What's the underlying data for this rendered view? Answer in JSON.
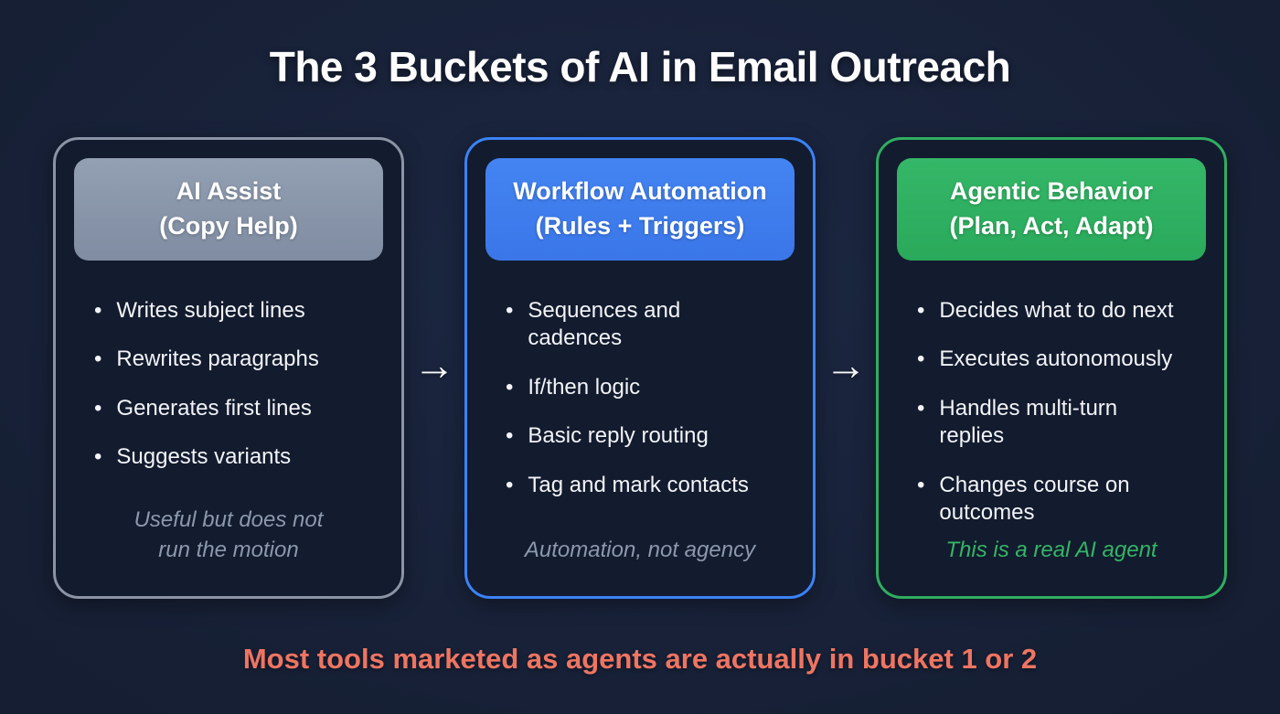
{
  "title": "The 3 Buckets of AI in Email Outreach",
  "arrow_glyph": "→",
  "bullet_glyph": "•",
  "bottom_note": "Most tools marketed as agents are actually in bucket 1 or 2",
  "colors": {
    "background": "#161f34",
    "card_background": "#131b2e",
    "gray_accent": "#8b94a5",
    "gray_header": "#8793a8",
    "blue_accent": "#3b82f6",
    "blue_header": "#3e7bec",
    "green_accent": "#2fae60",
    "green_header": "#2fb062",
    "green_footnote": "#34b566",
    "muted_text": "#8b98ae",
    "note_color": "#ee7562",
    "text_primary": "#f4f6f9"
  },
  "cards": [
    {
      "name": "AI Assist",
      "subtitle": "(Copy Help)",
      "bullets": [
        "Writes subject lines",
        "Rewrites paragraphs",
        "Generates first lines",
        "Suggests variants"
      ],
      "footnote": "Useful but does not\nrun the motion"
    },
    {
      "name": "Workflow Automation",
      "subtitle": "(Rules + Triggers)",
      "bullets": [
        "Sequences and\ncadences",
        "If/then logic",
        "Basic reply routing",
        "Tag and mark contacts"
      ],
      "footnote": "Automation, not agency"
    },
    {
      "name": "Agentic Behavior",
      "subtitle": "(Plan, Act, Adapt)",
      "bullets": [
        "Decides what to do next",
        "Executes autonomously",
        "Handles multi-turn\nreplies",
        "Changes course on\noutcomes"
      ],
      "footnote": "This is a real AI agent"
    }
  ]
}
